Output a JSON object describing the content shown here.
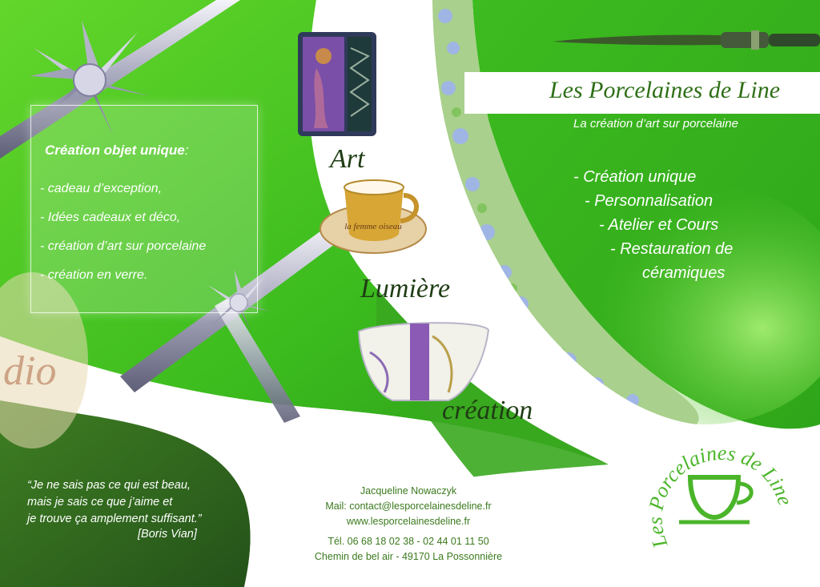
{
  "colors": {
    "green_main": "#34b41e",
    "green_bright": "#5cd62a",
    "green_dark": "#2f6b1a",
    "brand_text": "#2e6f17",
    "white": "#ffffff"
  },
  "left_panel": {
    "title_bold": "Création objet  unique",
    "title_colon": ":",
    "items": [
      "- cadeau d’exception,",
      "- Idées cadeaux et déco,",
      "- création d’art sur porcelaine",
      "- création en verre."
    ]
  },
  "words": {
    "art": "Art",
    "lumiere": "Lumière",
    "creation": "création"
  },
  "brand": {
    "title": "Les Porcelaines de Line",
    "subtitle": "La création d’art sur porcelaine"
  },
  "services": [
    "- Création unique",
    "- Personnalisation",
    "- Atelier et Cours",
    "- Restauration de",
    "céramiques"
  ],
  "quote": {
    "line1": "“Je ne sais pas ce qui est beau,",
    "line2": "mais je sais ce que j’aime et",
    "line3": "je trouve ça amplement suffisant.”",
    "author": "[Boris Vian]"
  },
  "contact": {
    "name": "Jacqueline Nowaczyk",
    "mail": "Mail: contact@lesporcelainesdeline.fr",
    "web": "www.lesporcelainesdeline.fr",
    "tel": "Tél. 06 68 18  02 38 -  02 44 01 11 50",
    "address": "Chemin de bel air - 49170 La Possonnière"
  },
  "cup_text": "la femme oiseau",
  "logo": {
    "text": "Les Porcelaines de Line",
    "icon": "teacup-icon"
  },
  "icons": {
    "bow_top": "gift-bow-icon",
    "bow_middle": "gift-bow-icon",
    "brush": "paintbrush-icon"
  }
}
